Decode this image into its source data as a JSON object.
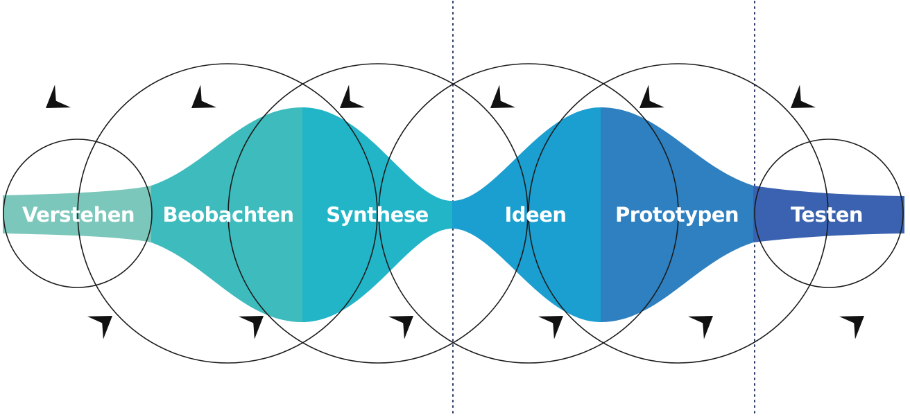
{
  "phases": [
    {
      "label": "Verstehen",
      "color": "#7cc7bb"
    },
    {
      "label": "Beobachten",
      "color": "#3dbbbd"
    },
    {
      "label": "Synthese",
      "color": "#22b5c8"
    },
    {
      "label": "Ideen",
      "color": "#1a9fd0"
    },
    {
      "label": "Prototypen",
      "color": "#2e80c0"
    },
    {
      "label": "Testen",
      "color": "#3a62b0"
    }
  ],
  "colors": {
    "outline": "#1a1a1a",
    "divider": "#2b3a66",
    "label_text": "#ffffff"
  }
}
